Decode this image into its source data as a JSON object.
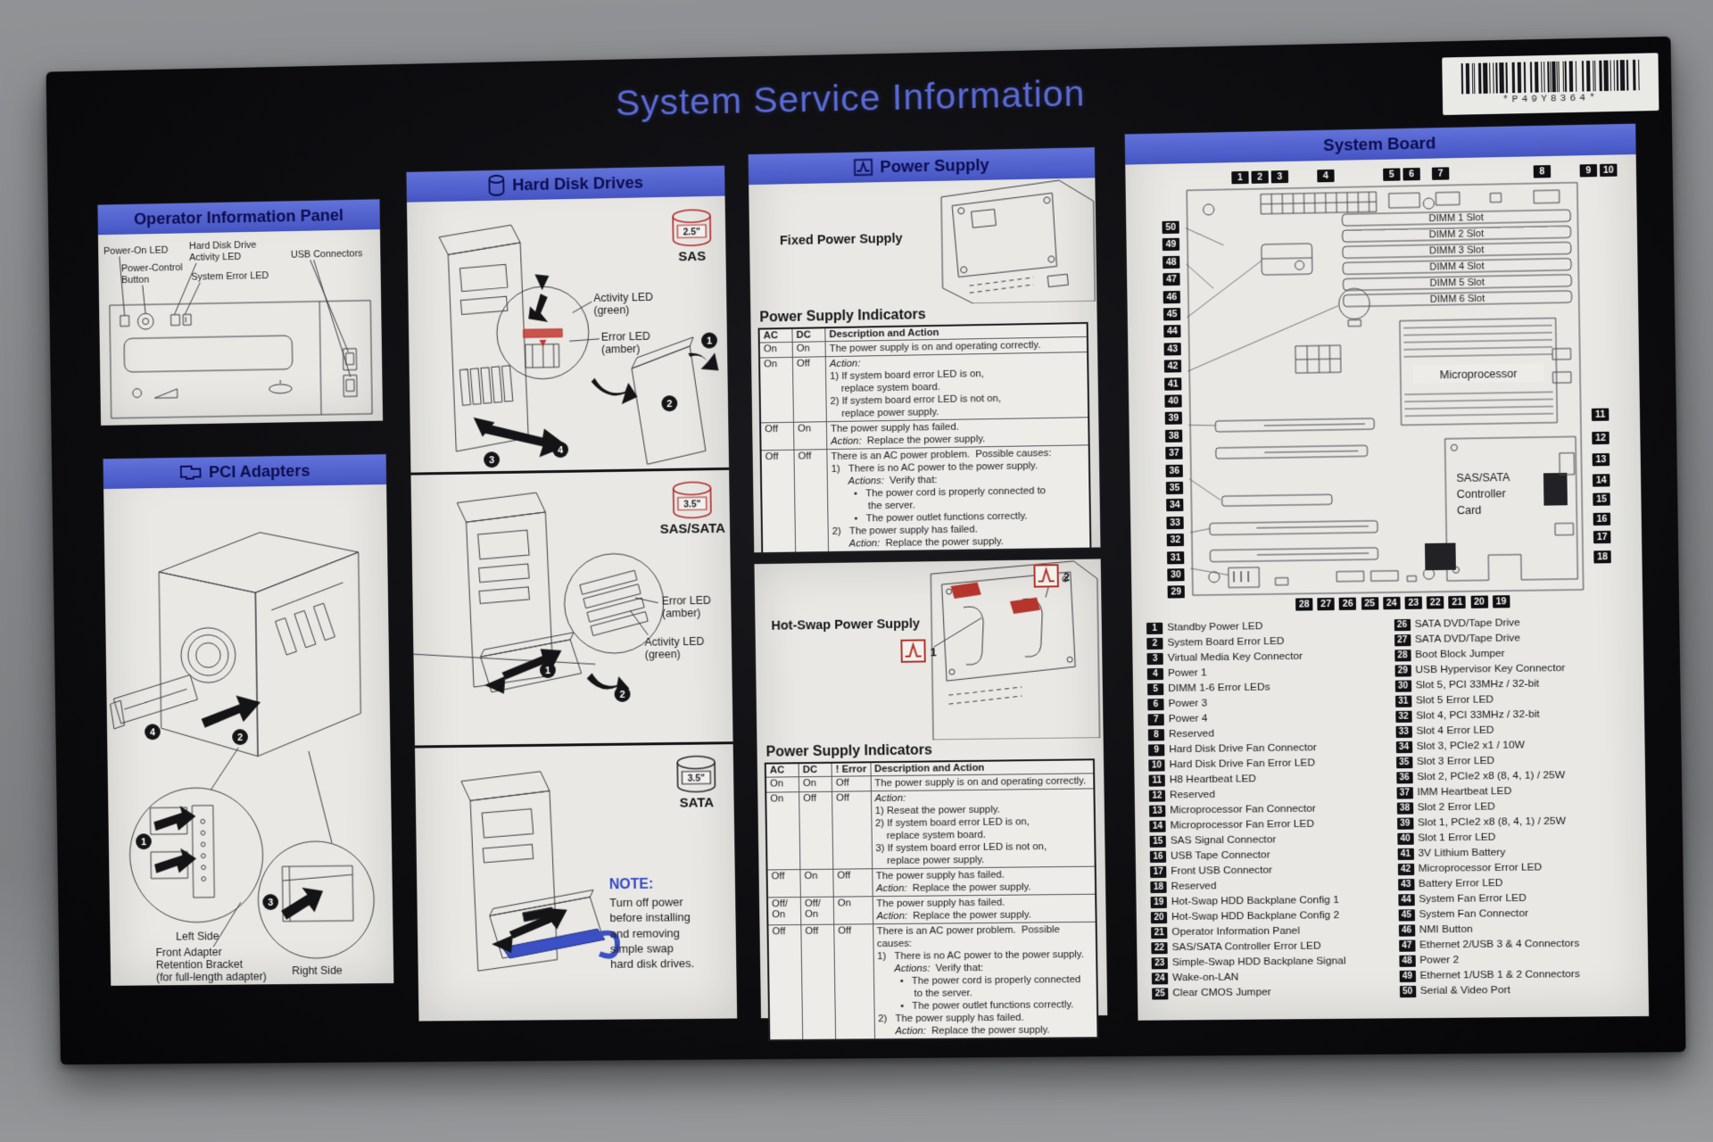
{
  "title": "System Service Information",
  "barcode": {
    "text": "*P49Y8364*"
  },
  "panels": {
    "operator": {
      "header": "Operator Information Panel",
      "labels": {
        "power_on": "Power-On LED",
        "power_control_1": "Power-Control",
        "power_control_2": "Button",
        "hdd_activity_1": "Hard Disk Drive",
        "hdd_activity_2": "Activity LED",
        "system_error": "System Error LED",
        "usb": "USB Connectors"
      }
    },
    "pci": {
      "header": "PCI Adapters",
      "callouts": [
        "1",
        "2",
        "3",
        "4"
      ],
      "left_side": "Left Side",
      "right_side": "Right Side",
      "bracket_1": "Front Adapter",
      "bracket_2": "Retention Bracket",
      "bracket_3": "(for full-length adapter)"
    },
    "hdd": {
      "header": "Hard Disk Drives",
      "sections": [
        {
          "size": "2.5\"",
          "type": "SAS",
          "labels": {
            "l1a": "Activity LED",
            "l1b": "(green)",
            "l2a": "Error LED",
            "l2b": "(amber)"
          },
          "callouts": [
            "1",
            "2",
            "3",
            "4"
          ]
        },
        {
          "size": "3.5\"",
          "type": "SAS/SATA",
          "labels": {
            "l1a": "Error LED",
            "l1b": "(amber)",
            "l2a": "Activity LED",
            "l2b": "(green)"
          },
          "callouts": [
            "1",
            "2"
          ]
        },
        {
          "size": "3.5\"",
          "type": "SATA"
        }
      ],
      "note": {
        "title": "NOTE:",
        "body": "Turn off power\nbefore installing\nand removing\nsimple swap\nhard disk drives."
      }
    },
    "psu": {
      "header": "Power Supply",
      "fixed_label": "Fixed Power Supply",
      "indicators_title": "Power Supply Indicators",
      "hotswap_label": "Hot-Swap Power Supply",
      "hotswap_callouts": [
        "1",
        "2"
      ],
      "table1": {
        "headers": [
          "AC",
          "DC",
          "Description and Action"
        ],
        "rows": [
          {
            "ac": "On",
            "dc": "On",
            "desc": [
              "The power supply is on and operating correctly."
            ]
          },
          {
            "ac": "On",
            "dc": "Off",
            "desc": [
              "Action:",
              "1) If system board error LED is on,",
              "    replace system board.",
              "2) If system board error LED is not on,",
              "    replace power supply."
            ]
          },
          {
            "ac": "Off",
            "dc": "On",
            "desc": [
              "The power supply has failed.",
              "Action:  Replace the power supply."
            ]
          },
          {
            "ac": "Off",
            "dc": "Off",
            "desc": [
              "There is an AC power problem.  Possible causes:",
              "1)   There is no AC power to the power supply.",
              "      Actions:  Verify that:",
              "        •   The power cord is properly connected to",
              "             the server.",
              "        •   The power outlet functions correctly.",
              "2)   The power supply has failed.",
              "      Action:  Replace the power supply."
            ]
          }
        ]
      },
      "table2": {
        "headers": [
          "AC",
          "DC",
          "! Error",
          "Description and Action"
        ],
        "rows": [
          {
            "ac": "On",
            "dc": "On",
            "err": "Off",
            "desc": [
              "The power supply is on and operating correctly."
            ]
          },
          {
            "ac": "On",
            "dc": "Off",
            "err": "Off",
            "desc": [
              "Action:",
              "1) Reseat the power supply.",
              "2) If system board error LED is on,",
              "    replace system board.",
              "3) If system board error LED is not on,",
              "    replace power supply."
            ]
          },
          {
            "ac": "Off",
            "dc": "On",
            "err": "Off",
            "desc": [
              "The power supply has failed.",
              "Action:  Replace the power supply."
            ]
          },
          {
            "ac": "Off/\nOn",
            "dc": "Off/\nOn",
            "err": "On",
            "desc": [
              "The power supply has failed.",
              "Action:  Replace the power supply."
            ]
          },
          {
            "ac": "Off",
            "dc": "Off",
            "err": "Off",
            "desc": [
              "There is an AC power problem.  Possible causes:",
              "1)   There is no AC power to the power supply.",
              "      Actions:  Verify that:",
              "        •   The power cord is properly connected",
              "             to the server.",
              "        •   The power outlet functions correctly.",
              "2)   The power supply has failed.",
              "      Action:  Replace the power supply."
            ]
          }
        ]
      }
    },
    "board": {
      "header": "System Board",
      "microprocessor": "Microprocessor",
      "controller_card": [
        "SAS/SATA",
        "Controller",
        "Card"
      ],
      "dimm": [
        "DIMM 1 Slot",
        "DIMM 2 Slot",
        "DIMM 3 Slot",
        "DIMM 4 Slot",
        "DIMM 5 Slot",
        "DIMM 6 Slot"
      ],
      "callouts": {
        "top": [
          "1",
          "2",
          "3",
          "4",
          "5",
          "6",
          "7",
          "8",
          "9",
          "10"
        ],
        "left": [
          "50",
          "49",
          "48",
          "47",
          "46",
          "45",
          "44",
          "43",
          "42",
          "41",
          "40",
          "39",
          "38",
          "37",
          "36",
          "35",
          "34",
          "33",
          "32",
          "31",
          "30",
          "29"
        ],
        "right": [
          "11",
          "12",
          "13",
          "14",
          "15",
          "16",
          "17",
          "18"
        ],
        "bottom": [
          "28",
          "27",
          "26",
          "25",
          "24",
          "23",
          "22",
          "21",
          "20",
          "19"
        ]
      },
      "legend_left": [
        {
          "n": "1",
          "label": "Standby Power LED"
        },
        {
          "n": "2",
          "label": "System Board Error LED"
        },
        {
          "n": "3",
          "label": "Virtual Media Key Connector"
        },
        {
          "n": "4",
          "label": "Power 1"
        },
        {
          "n": "5",
          "label": "DIMM 1-6 Error LEDs"
        },
        {
          "n": "6",
          "label": "Power 3"
        },
        {
          "n": "7",
          "label": "Power 4"
        },
        {
          "n": "8",
          "label": "Reserved"
        },
        {
          "n": "9",
          "label": "Hard Disk Drive Fan Connector"
        },
        {
          "n": "10",
          "label": "Hard Disk Drive Fan Error LED"
        },
        {
          "n": "11",
          "label": "H8 Heartbeat LED"
        },
        {
          "n": "12",
          "label": "Reserved"
        },
        {
          "n": "13",
          "label": "Microprocessor Fan Connector"
        },
        {
          "n": "14",
          "label": "Microprocessor Fan Error LED"
        },
        {
          "n": "15",
          "label": "SAS Signal Connector"
        },
        {
          "n": "16",
          "label": "USB Tape Connector"
        },
        {
          "n": "17",
          "label": "Front USB Connector"
        },
        {
          "n": "18",
          "label": "Reserved"
        },
        {
          "n": "19",
          "label": "Hot-Swap HDD Backplane Config 1"
        },
        {
          "n": "20",
          "label": "Hot-Swap HDD Backplane Config 2"
        },
        {
          "n": "21",
          "label": "Operator Information Panel"
        },
        {
          "n": "22",
          "label": "SAS/SATA Controller Error LED"
        },
        {
          "n": "23",
          "label": "Simple-Swap HDD Backplane Signal"
        },
        {
          "n": "24",
          "label": "Wake-on-LAN"
        },
        {
          "n": "25",
          "label": "Clear CMOS Jumper"
        }
      ],
      "legend_right": [
        {
          "n": "26",
          "label": "SATA DVD/Tape Drive"
        },
        {
          "n": "27",
          "label": "SATA DVD/Tape Drive"
        },
        {
          "n": "28",
          "label": "Boot Block Jumper"
        },
        {
          "n": "29",
          "label": "USB Hypervisor Key Connector"
        },
        {
          "n": "30",
          "label": "Slot 5, PCI 33MHz / 32-bit"
        },
        {
          "n": "31",
          "label": "Slot 5 Error LED"
        },
        {
          "n": "32",
          "label": "Slot 4, PCI 33MHz / 32-bit"
        },
        {
          "n": "33",
          "label": "Slot 4 Error LED"
        },
        {
          "n": "34",
          "label": "Slot 3, PCIe2 x1 / 10W"
        },
        {
          "n": "35",
          "label": "Slot 3 Error LED"
        },
        {
          "n": "36",
          "label": "Slot 2, PCIe2 x8 (8, 4, 1) / 25W"
        },
        {
          "n": "37",
          "label": "IMM Heartbeat LED"
        },
        {
          "n": "38",
          "label": "Slot 2 Error LED"
        },
        {
          "n": "39",
          "label": "Slot 1, PCIe2 x8 (8, 4, 1) / 25W"
        },
        {
          "n": "40",
          "label": "Slot 1 Error LED"
        },
        {
          "n": "41",
          "label": "3V Lithium Battery"
        },
        {
          "n": "42",
          "label": "Microprocessor Error LED"
        },
        {
          "n": "43",
          "label": "Battery Error LED"
        },
        {
          "n": "44",
          "label": "System Fan Error LED"
        },
        {
          "n": "45",
          "label": "System Fan Connector"
        },
        {
          "n": "46",
          "label": "NMI Button"
        },
        {
          "n": "47",
          "label": "Ethernet 2/USB 3 & 4 Connectors"
        },
        {
          "n": "48",
          "label": "Power 2"
        },
        {
          "n": "49",
          "label": "Ethernet 1/USB 1 & 2 Connectors"
        },
        {
          "n": "50",
          "label": "Serial & Video Port"
        }
      ]
    }
  }
}
